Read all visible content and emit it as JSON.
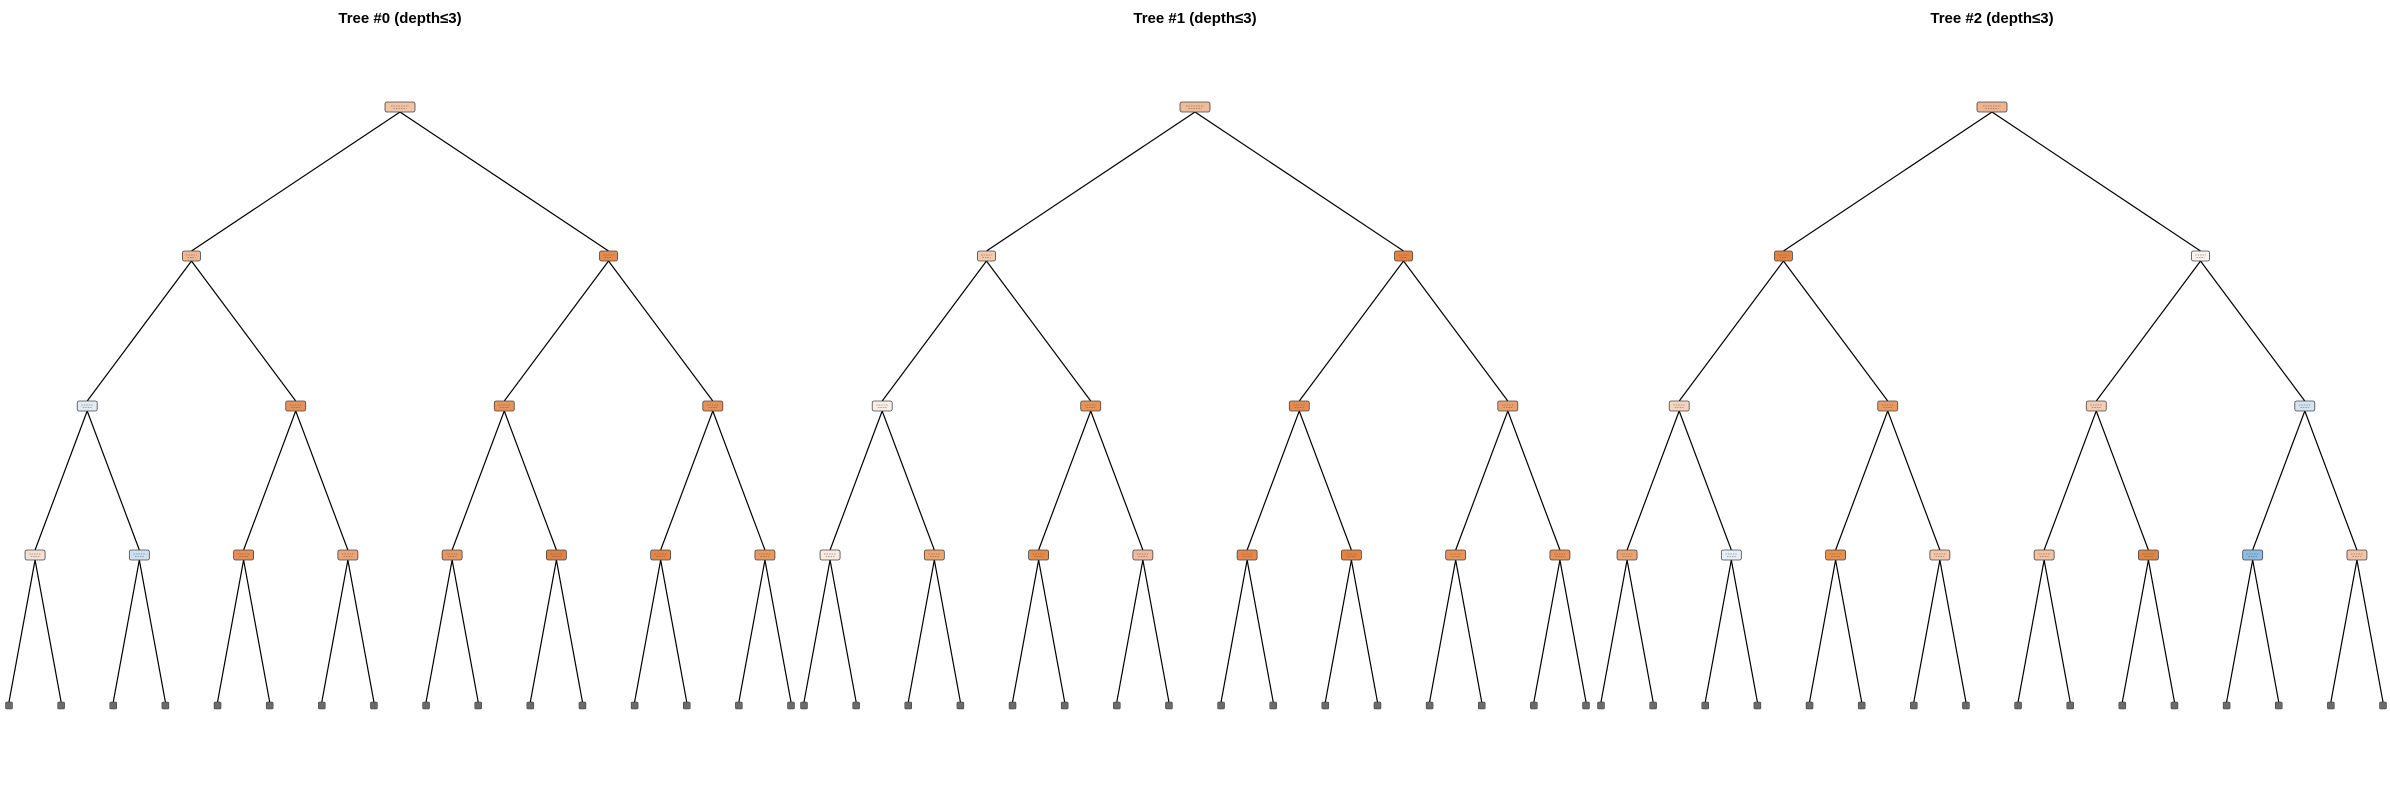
{
  "figure": {
    "trees": [
      {
        "title": "Tree #0 (depth≤3)",
        "levels": [
          [
            "#f1c5a6"
          ],
          [
            "#f0b994",
            "#e88b4f"
          ],
          [
            "#e3ecf5",
            "#e99358",
            "#e99459",
            "#e99258"
          ],
          [
            "#f6e0d1",
            "#cde1f3",
            "#e88f53",
            "#eda477",
            "#e99a62",
            "#e5803b",
            "#e6874a",
            "#ea995f"
          ]
        ]
      },
      {
        "title": "Tree #1 (depth≤3)",
        "levels": [
          [
            "#f0bc98"
          ],
          [
            "#f3caab",
            "#e68542"
          ],
          [
            "#fbeee6",
            "#e99558",
            "#e88c4e",
            "#eca06d"
          ],
          [
            "#faeae0",
            "#eca56f",
            "#e88a48",
            "#f1b99a",
            "#e8874b",
            "#e6843f",
            "#ea9459",
            "#e99257"
          ]
        ]
      },
      {
        "title": "Tree #2 (depth≤3)",
        "levels": [
          [
            "#efb490"
          ],
          [
            "#e6843f",
            "#fbf3ee"
          ],
          [
            "#f6d4bd",
            "#eb9a62",
            "#f5cdb3",
            "#d4e4f3"
          ],
          [
            "#eda473",
            "#e6eff7",
            "#e8914f",
            "#f4c8a8",
            "#f3c3a1",
            "#e6833e",
            "#8dbde4",
            "#f3c3a6"
          ]
        ]
      }
    ],
    "leaf_color": "#6b6b6b",
    "edge_color": "#000000",
    "border_color": "#444444"
  }
}
